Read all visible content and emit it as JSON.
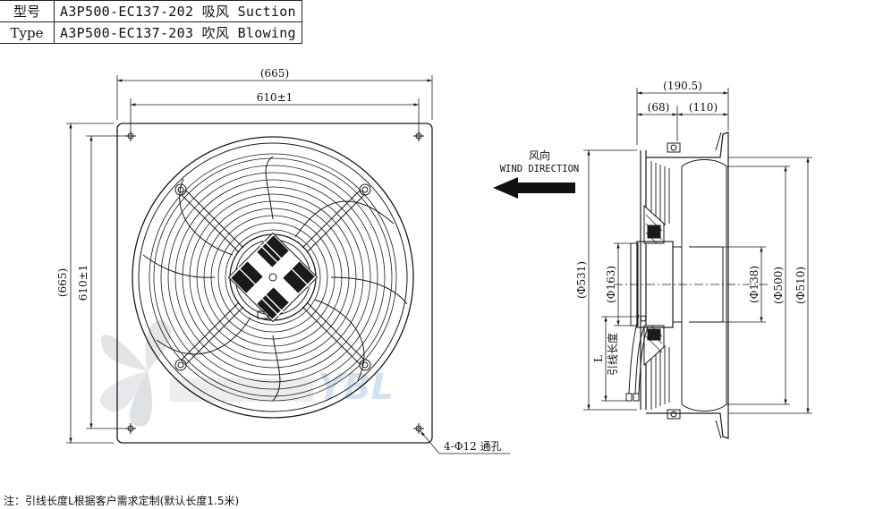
{
  "type_table": {
    "rows": [
      {
        "label": "型号",
        "model": "A3P500-EC137-202",
        "mode": "吸风 Suction"
      },
      {
        "label": "Type",
        "model": "A3P500-EC137-203",
        "mode": "吹风 Blowing"
      }
    ]
  },
  "front_view": {
    "dim_overall_width": "(665)",
    "dim_hole_width": "610±1",
    "dim_overall_height": "(665)",
    "dim_hole_height": "610±1",
    "holes_callout": "4-Φ12 通孔"
  },
  "side_view": {
    "dim_total_depth": "(190.5)",
    "dim_front_depth": "(68)",
    "dim_rear_depth": "(110)",
    "dim_guard_dia": "(Φ531)",
    "dim_hub_dia": "(Φ163)",
    "dim_motor_dia": "(Φ138)",
    "dim_blade_dia": "(Φ500)",
    "dim_ring_dia": "(Φ510)",
    "lead_length_label": "L",
    "lead_length_cn": "引线长度"
  },
  "wind_direction": {
    "cn": "风向",
    "en": "WIND DIRECTION"
  },
  "watermark_text": "YBL",
  "footnote": "注：引线长度L根据客户需求定制(默认长度1.5米)",
  "colors": {
    "line": "#1a1a1a",
    "arrow": "#111111",
    "watermark_blue": "#a9c6e3",
    "watermark_grey": "#c9ced4"
  }
}
